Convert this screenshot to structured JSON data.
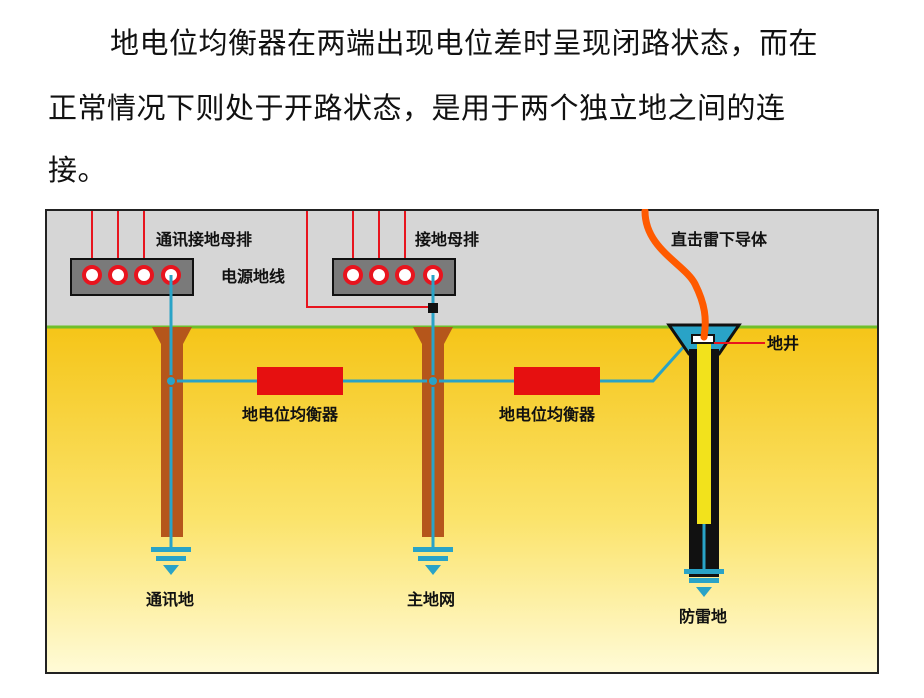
{
  "paragraph": {
    "line1": "地电位均衡器在两端出现电位差时呈现闭路状态，而在",
    "line2": "正常情况下则处于开路状态，是用于两个独立地之间的连",
    "line3": "接。"
  },
  "diagram": {
    "label_comm_busbar": "通讯接地母排",
    "label_power_ground_wire": "电源地线",
    "label_ground_busbar": "接地母排",
    "label_lightning_conductor": "直击雷下导体",
    "label_ground_well": "地井",
    "label_equalizer_left": "地电位均衡器",
    "label_equalizer_right": "地电位均衡器",
    "label_comm_ground": "通讯地",
    "label_main_ground": "主地网",
    "label_lightning_ground": "防雷地",
    "colors": {
      "building": "#d9d9d9",
      "soil_top": "#f7cc22",
      "soil_bottom": "#fff8c0",
      "ground_line": "#6fbf2a",
      "pillar": "#b5561b",
      "ground_wire": "#29a3c7",
      "red_wire": "#e8141e",
      "equalizer": "#e61010",
      "down_conductor": "#ff5a00",
      "rod": "#f2e21c",
      "well": "#111111"
    }
  }
}
